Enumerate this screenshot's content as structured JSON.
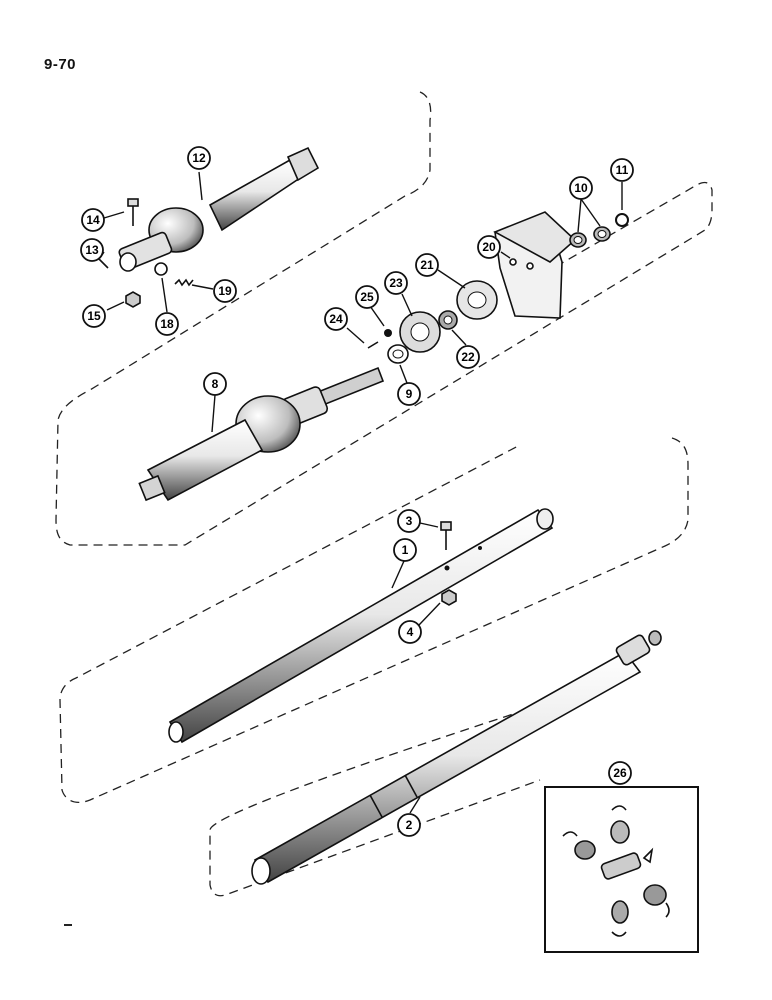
{
  "page": {
    "number": "9-70"
  },
  "callouts": {
    "c1": "1",
    "c2": "2",
    "c3": "3",
    "c4": "4",
    "c8": "8",
    "c9": "9",
    "c10": "10",
    "c11": "11",
    "c12": "12",
    "c13": "13",
    "c14": "14",
    "c15": "15",
    "c18": "18",
    "c19": "19",
    "c20": "20",
    "c21": "21",
    "c22": "22",
    "c23": "23",
    "c24": "24",
    "c25": "25",
    "c26": "26"
  },
  "colors": {
    "ink": "#111111",
    "paper": "#ffffff",
    "shade": "#555555"
  }
}
